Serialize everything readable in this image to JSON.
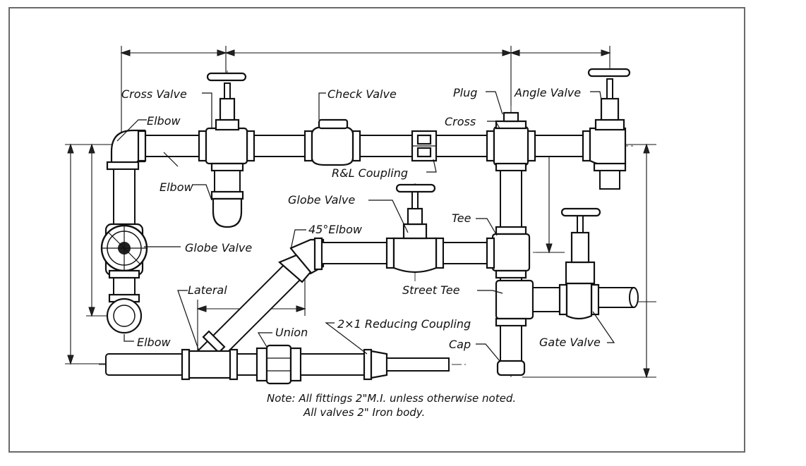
{
  "labels": {
    "cross_valve": "Cross Valve",
    "check_valve": "Check Valve",
    "plug": "Plug",
    "angle_valve": "Angle Valve",
    "elbow_top": "Elbow",
    "cross": "Cross",
    "elbow_mid": "Elbow",
    "rl_coupling": "R&L Coupling",
    "globe_valve_mid": "Globe Valve",
    "elbow_45": "45°Elbow",
    "tee": "Tee",
    "globe_valve_left": "Globe Valve",
    "lateral": "Lateral",
    "street_tee": "Street Tee",
    "union": "Union",
    "reducing_coupling": "2×1  Reducing Coupling",
    "cap": "Cap",
    "elbow_bottom": "Elbow",
    "gate_valve": "Gate Valve"
  },
  "note": {
    "line1": "Note: All fittings 2\"M.I. unless  otherwise noted.",
    "line2": "All  valves  2\" Iron body."
  }
}
